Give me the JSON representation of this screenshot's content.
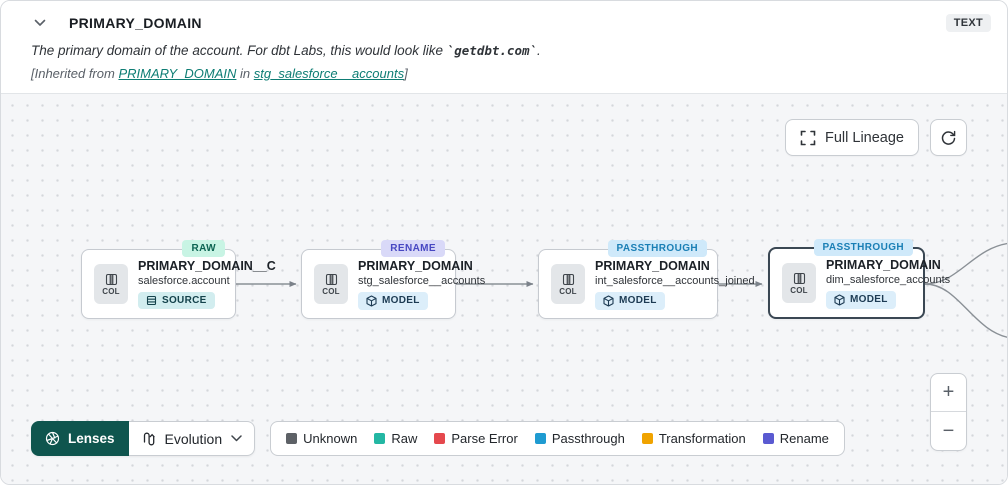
{
  "header": {
    "title": "PRIMARY_DOMAIN",
    "type_badge": "TEXT",
    "description_prefix": "The primary domain of the account. For dbt Labs, this would look like ",
    "description_code": "`getdbt.com`",
    "description_suffix": ".",
    "inherited_prefix": "[Inherited from ",
    "inherited_link_column": "PRIMARY_DOMAIN",
    "inherited_middle": " in ",
    "inherited_link_model": "stg_salesforce__accounts",
    "inherited_suffix": "]"
  },
  "toolbar": {
    "full_lineage_label": "Full Lineage"
  },
  "nodes": [
    {
      "title": "PRIMARY_DOMAIN__C",
      "subtitle": "salesforce.account",
      "resource_type": "SOURCE",
      "badge": "RAW",
      "col_label": "COL"
    },
    {
      "title": "PRIMARY_DOMAIN",
      "subtitle": "stg_salesforce__accounts",
      "resource_type": "MODEL",
      "badge": "RENAME",
      "col_label": "COL"
    },
    {
      "title": "PRIMARY_DOMAIN",
      "subtitle": "int_salesforce__accounts_joined",
      "resource_type": "MODEL",
      "badge": "PASSTHROUGH",
      "col_label": "COL"
    },
    {
      "title": "PRIMARY_DOMAIN",
      "subtitle": "dim_salesforce_accounts",
      "resource_type": "MODEL",
      "badge": "PASSTHROUGH",
      "col_label": "COL"
    }
  ],
  "footer": {
    "lenses_label": "Lenses",
    "lens_selected": "Evolution",
    "legend": [
      {
        "label": "Unknown",
        "color": "#5d6166"
      },
      {
        "label": "Raw",
        "color": "#23b7a3"
      },
      {
        "label": "Parse Error",
        "color": "#e5484d"
      },
      {
        "label": "Passthrough",
        "color": "#1f9bd1"
      },
      {
        "label": "Transformation",
        "color": "#f0a300"
      },
      {
        "label": "Rename",
        "color": "#5a5ad1"
      }
    ]
  },
  "zoom_controls": {
    "zoom_in": "+",
    "zoom_out": "−"
  },
  "colors": {
    "accent_teal": "#0f554e",
    "link_teal": "#0e7d74",
    "canvas_bg": "#f5f6f8"
  }
}
